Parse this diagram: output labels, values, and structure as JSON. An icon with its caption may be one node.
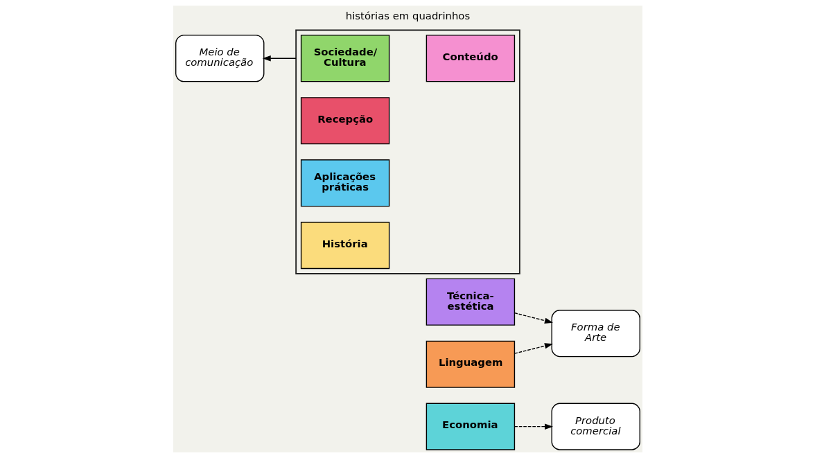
{
  "diagram": {
    "title": "histórias em quadrinhos",
    "nodes": [
      {
        "text": [
          "Meio de comunicação"
        ]
      },
      {
        "text": [],
        "shape": "box"
      },
      {
        "text": [
          "Recepção"
        ],
        "in": 1
      },
      {
        "text": [
          "Aplicações práticas"
        ],
        "in": 1
      },
      {
        "text": [
          "Sociedade/ Cultura"
        ],
        "in": 1
      },
      {
        "text": [
          "História"
        ],
        "in": 1
      },
      {
        "text": [
          "Conteúdo"
        ],
        "in": 1
      },
      {
        "text": [
          "Técnica- estética"
        ]
      },
      {
        "text": [
          "Linguagem"
        ]
      },
      {
        "text": [
          "Economia"
        ]
      },
      {
        "text": [
          "Forma de Arte"
        ]
      },
      {
        "text": [
          "Produto comercial"
        ]
      }
    ],
    "edges": [
      {
        "from": 1,
        "to": 0,
        "arrow": "to"
      },
      {
        "from": 7,
        "to": 10,
        "arrow": "to",
        "style": "dashed"
      },
      {
        "from": 8,
        "to": 10,
        "arrow": "to",
        "style": "dashed"
      },
      {
        "from": 9,
        "to": 11,
        "arrow": "to",
        "style": "dashed"
      }
    ]
  }
}
